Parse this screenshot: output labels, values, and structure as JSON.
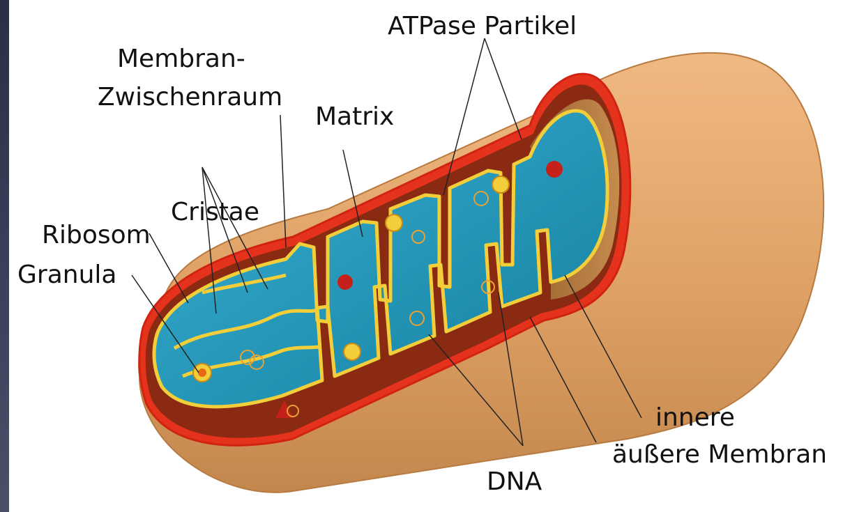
{
  "labels": {
    "atpase": "ATPase Partikel",
    "membran_line1": "Membran-",
    "membran_line2": "Zwischenraum",
    "matrix": "Matrix",
    "cristae": "Cristae",
    "ribosom": "Ribosom",
    "granula": "Granula",
    "innere": "innere",
    "aeussere": "äußere Membran",
    "dna": "DNA"
  },
  "colors": {
    "outer_shell": "#e0a368",
    "outer_shell_shadow": "#b97d45",
    "membrane_red": "#e5321d",
    "intermembrane_dark": "#7a1c10",
    "matrix_blue": "#1f93b5",
    "matrix_light": "#5fc0da",
    "inner_membrane_yellow": "#f2cf3a",
    "particle_red": "#c6201a",
    "leader_line": "#222222"
  }
}
